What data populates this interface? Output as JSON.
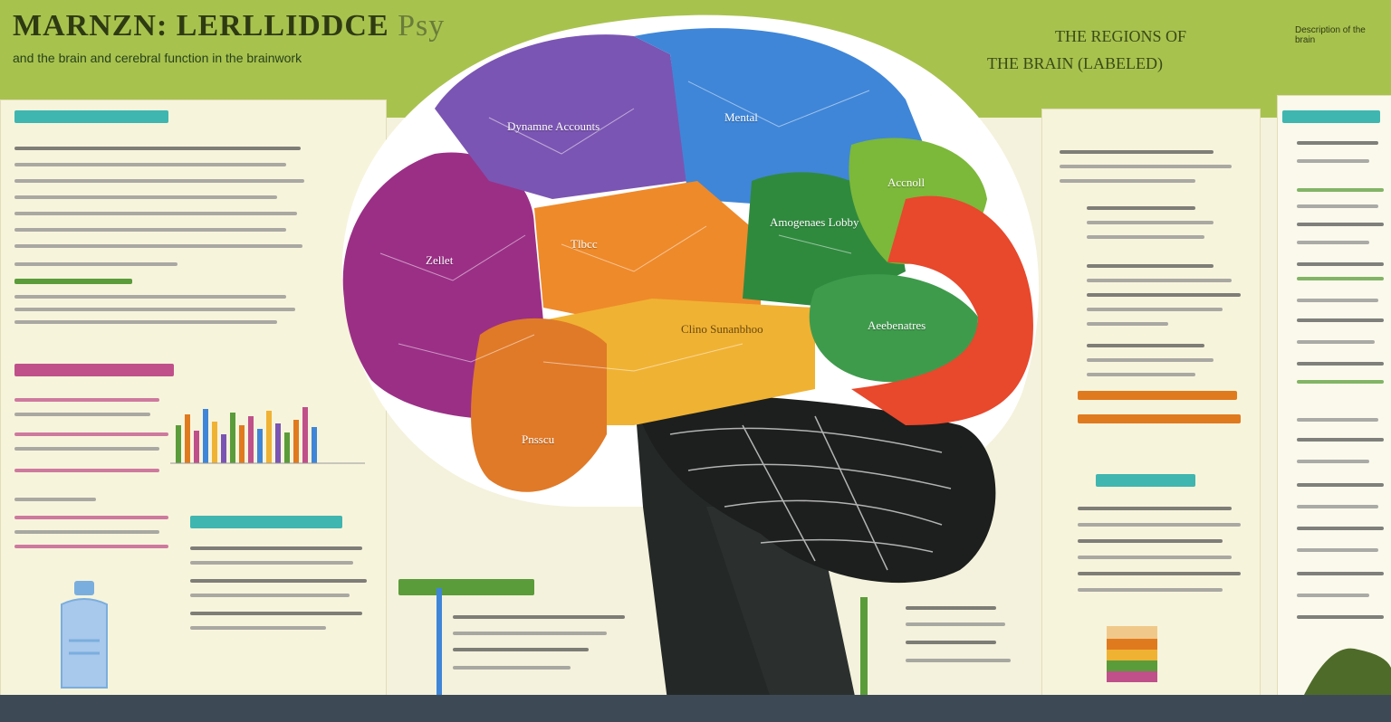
{
  "header": {
    "title": "MARNZN: LERLLIDDCE",
    "title_suffix": "Psy",
    "subtitle": "and the brain and cerebral function in the brainwork"
  },
  "header_right": {
    "line1": "THE REGIONS OF",
    "line2": "THE BRAIN (LABELED)",
    "corner": "Description of the brain"
  },
  "brain": {
    "lobes": [
      {
        "name": "frontal",
        "label": "Zellet",
        "color": "#9b2f86"
      },
      {
        "name": "parietal",
        "label": "Dynamne Accounts",
        "color": "#7b55b3"
      },
      {
        "name": "occipital",
        "label": "Mental",
        "color": "#3f86d8"
      },
      {
        "name": "temporal",
        "label": "Tlbcc",
        "color": "#ee8a2a"
      },
      {
        "name": "limbic",
        "label": "Pnsscu",
        "color": "#e07a28"
      },
      {
        "name": "association",
        "label": "Amogenaes Lobby",
        "color": "#2f8a3e"
      },
      {
        "name": "motor",
        "label": "Accnoll",
        "color": "#7cb83a"
      },
      {
        "name": "sensory",
        "label": "Aeebenatres",
        "color": "#3f9b4c"
      },
      {
        "name": "insula",
        "label": "Clino Sunanbhoo",
        "color": "#f0b233"
      }
    ],
    "colors": {
      "cerebellum": "#1c1f1e",
      "stem": "#242827",
      "outline": "#ffffff"
    }
  },
  "colors": {
    "banner": "#a8c24e",
    "panel": "#f7f4dc",
    "accent_teal": "#3fb6b0",
    "accent_pink": "#c0508a",
    "accent_orange": "#e07a1f"
  }
}
